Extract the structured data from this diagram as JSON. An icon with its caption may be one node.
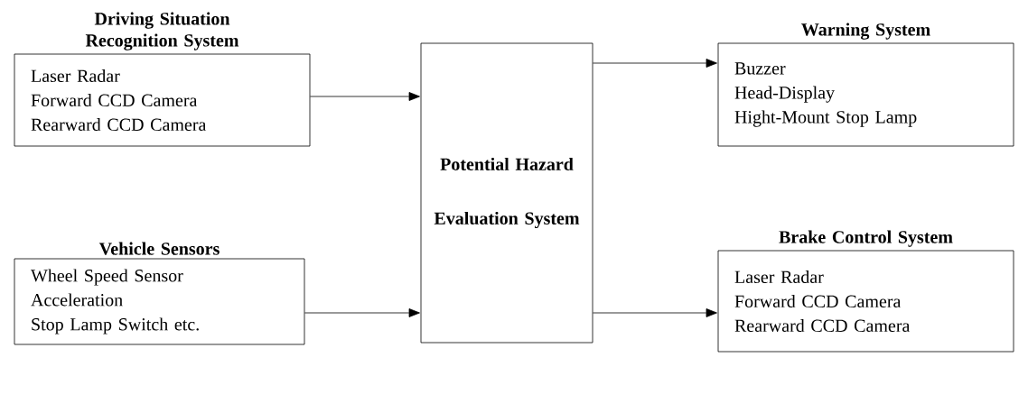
{
  "diagram": {
    "nodes": [
      {
        "text": [
          "Driving Situation Recognition System",
          "Laser Radar",
          "Forward CCD Camera",
          "Rearward CCD Camera"
        ]
      },
      {
        "text": [
          "Vehicle Sensors",
          "Wheel Speed Sensor",
          "Acceleration",
          "Stop Lamp Switch etc."
        ]
      },
      {
        "text": [
          "Potential Hazard Evaluation System"
        ]
      },
      {
        "text": [
          "Warning System",
          "Buzzer",
          "Head-Display",
          "Hight-Mount Stop Lamp"
        ]
      },
      {
        "text": [
          "Brake Control System",
          "Laser Radar",
          "Forward CCD Camera",
          "Rearward CCD Camera"
        ]
      }
    ],
    "edges": [
      {
        "from": 0,
        "to": 2,
        "arrow": "to"
      },
      {
        "from": 1,
        "to": 2,
        "arrow": "to"
      },
      {
        "from": 2,
        "to": 3,
        "arrow": "to"
      },
      {
        "from": 2,
        "to": 4,
        "arrow": "to"
      }
    ]
  }
}
